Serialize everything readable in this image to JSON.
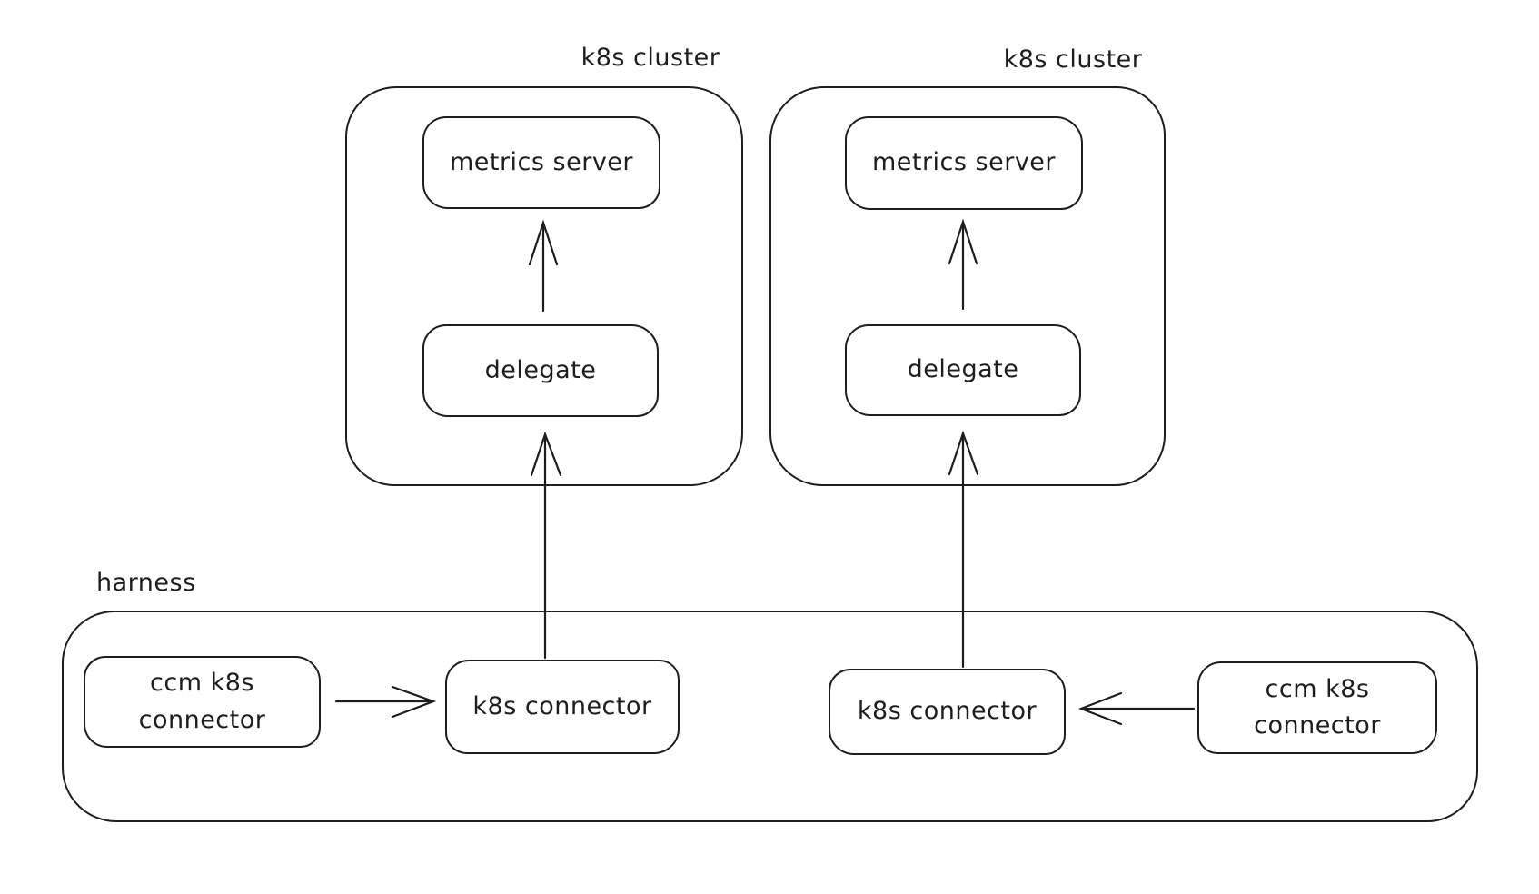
{
  "diagram": {
    "type": "architecture-sketch",
    "colors": {
      "stroke": "#1e1e1e",
      "background": "#ffffff"
    },
    "clusters": [
      {
        "label": "k8s cluster",
        "nodes": {
          "metrics_server": "metrics server",
          "delegate": "delegate"
        }
      },
      {
        "label": "k8s cluster",
        "nodes": {
          "metrics_server": "metrics server",
          "delegate": "delegate"
        }
      }
    ],
    "harness": {
      "label": "harness",
      "left": {
        "ccm_connector": "ccm k8s connector",
        "k8s_connector": "k8s connector"
      },
      "right": {
        "ccm_connector": "ccm k8s connector",
        "k8s_connector": "k8s connector"
      }
    },
    "edges": [
      {
        "from": "delegate",
        "to": "metrics server",
        "cluster": 1,
        "direction": "up"
      },
      {
        "from": "delegate",
        "to": "metrics server",
        "cluster": 2,
        "direction": "up"
      },
      {
        "from": "k8s connector",
        "to": "delegate",
        "cluster": 1,
        "direction": "up"
      },
      {
        "from": "k8s connector",
        "to": "delegate",
        "cluster": 2,
        "direction": "up"
      },
      {
        "from": "ccm k8s connector",
        "to": "k8s connector",
        "side": "left",
        "direction": "right"
      },
      {
        "from": "ccm k8s connector",
        "to": "k8s connector",
        "side": "right",
        "direction": "left"
      }
    ]
  }
}
